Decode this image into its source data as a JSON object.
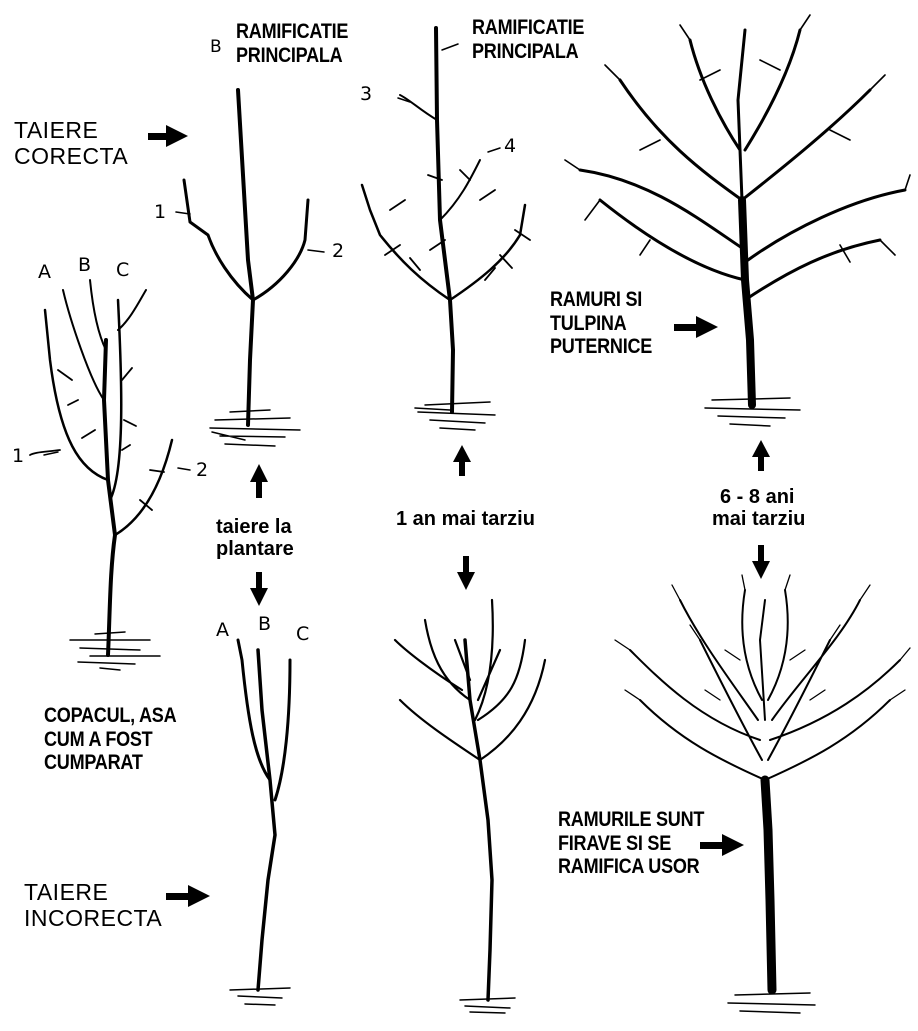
{
  "labels": {
    "taiere_corecta": [
      "TAIERE",
      "CORECTA"
    ],
    "taiere_incorecta": [
      "TAIERE",
      "INCORECTA"
    ],
    "ramificatie_1": [
      "RAMIFICATIE",
      "PRINCIPALA"
    ],
    "ramificatie_2": [
      "RAMIFICATIE",
      "PRINCIPALA"
    ],
    "ramuri_tulpina": [
      "RAMURI SI",
      "TULPINA",
      "PUTERNICE"
    ],
    "ramurile_sunt": [
      "RAMURILE SUNT",
      "FIRAVE SI SE",
      "RAMIFICA USOR"
    ],
    "copacul_cumparat": [
      "COPACUL, ASA",
      "CUM A FOST",
      "CUMPARAT"
    ],
    "taiere_la_plantare": [
      "taiere la",
      "plantare"
    ],
    "un_an_mai_tarziu": "1 an mai tarziu",
    "ani_mai_tarziu": [
      "6 - 8 ani",
      "mai tarziu"
    ]
  },
  "markers": {
    "bought": {
      "a": "A",
      "b": "B",
      "c": "C",
      "one": "1",
      "two": "2"
    },
    "correct": {
      "b": "B",
      "one": "1",
      "two": "2"
    },
    "correct_year": {
      "three": "3",
      "four": "4"
    },
    "incorrect": {
      "a": "A",
      "b": "B",
      "c": "C"
    }
  },
  "colors": {
    "ink": "#000000",
    "background": "#ffffff"
  }
}
